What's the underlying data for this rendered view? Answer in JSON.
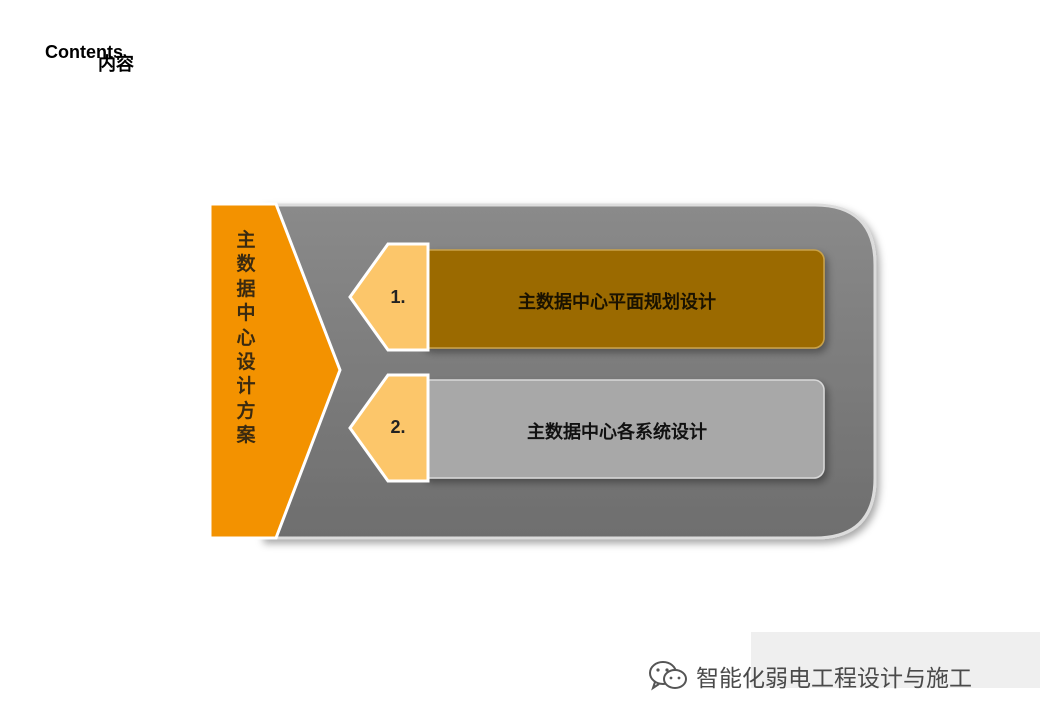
{
  "header": {
    "title_en": "Contents",
    "title_cn": "内容"
  },
  "section": {
    "title_chars": [
      "主",
      "数",
      "据",
      "中",
      "心",
      "设",
      "计",
      "方",
      "案"
    ]
  },
  "items": [
    {
      "number": "1.",
      "label": "主数据中心平面规划设计"
    },
    {
      "number": "2.",
      "label": "主数据中心各系统设计"
    }
  ],
  "watermark": {
    "icon": "wechat-icon",
    "text": "智能化弱电工程设计与施工"
  },
  "colors": {
    "orange": "#f39200",
    "dark_gold": "#9b6a00",
    "light_gold": "#fcc66a",
    "gray_panel": "#7a7a7a",
    "gray_item": "#a8a8a8"
  }
}
